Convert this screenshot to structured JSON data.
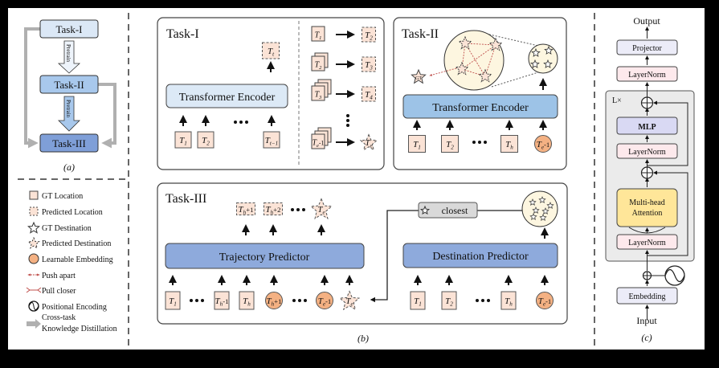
{
  "panel_a": {
    "task1": "Task-I",
    "task2": "Task-II",
    "task3": "Task-III",
    "pretrain1": "Pretrain",
    "pretrain2": "Pretrain",
    "caption": "(a)",
    "colors": {
      "task1": "#dbe8f6",
      "task2": "#a8c8ec",
      "task3": "#7f9fd8",
      "distill_arrow": "#b0b0b0"
    }
  },
  "legend": [
    {
      "icon": "gt-location-square",
      "label": "GT Location"
    },
    {
      "icon": "predicted-location-dashed-square",
      "label": "Predicted Location"
    },
    {
      "icon": "gt-destination-star",
      "label": "GT Destination"
    },
    {
      "icon": "predicted-destination-dashed-star",
      "label": "Predicted Destination"
    },
    {
      "icon": "learnable-embedding-circle",
      "label": "Learnable Embedding"
    },
    {
      "icon": "push-apart-arrow",
      "label": "Push apart"
    },
    {
      "icon": "pull-closer-arrow",
      "label": "Pull closer"
    },
    {
      "icon": "positional-encoding-sine",
      "label": "Positional Encoding"
    },
    {
      "icon": "distillation-arrow",
      "label": "Cross-task",
      "label2": "Knowledge Distillation"
    }
  ],
  "panel_b": {
    "caption": "(b)",
    "task1": {
      "title": "Task-I",
      "encoder": "Transformer Encoder",
      "inputs": [
        {
          "b": "T",
          "s": "1"
        },
        {
          "b": "T",
          "s": "2"
        },
        {
          "b": "T",
          "s": "t−1"
        }
      ],
      "output": {
        "b": "T",
        "s": "t"
      },
      "rows": [
        {
          "in": {
            "b": "T",
            "s": "1"
          },
          "out": {
            "b": "T",
            "s": "2"
          }
        },
        {
          "in": {
            "b": "T",
            "s": "2"
          },
          "out": {
            "b": "T",
            "s": "3"
          }
        },
        {
          "in": {
            "b": "T",
            "s": "3"
          },
          "out": {
            "b": "T",
            "s": "4"
          }
        },
        {
          "in": {
            "b": "T",
            "s": "e",
            "r": "-1"
          },
          "out": {
            "b": "T",
            "s": "e"
          }
        }
      ]
    },
    "task2": {
      "title": "Task-II",
      "encoder": "Transformer Encoder",
      "gt_star": "GT",
      "inputs": [
        {
          "b": "T",
          "s": "1"
        },
        {
          "b": "T",
          "s": "2"
        },
        {
          "b": "T",
          "s": "h"
        },
        {
          "b": "T",
          "s": "e",
          "r": "-1"
        }
      ]
    },
    "task3": {
      "title": "Task-III",
      "trajectory_predictor": "Trajectory Predictor",
      "destination_predictor": "Destination Predictor",
      "closest": "closest",
      "outputs": [
        {
          "b": "T",
          "s": "h",
          "r": "+1"
        },
        {
          "b": "T",
          "s": "h",
          "r": "+2"
        },
        {
          "b": "T",
          "s": "e"
        }
      ],
      "traj_inputs": [
        {
          "b": "T",
          "s": "1"
        },
        {
          "b": "T",
          "s": "h",
          "r": "-1"
        },
        {
          "b": "T",
          "s": "h"
        },
        {
          "b": "T",
          "s": "h",
          "r": "+1"
        },
        {
          "b": "T",
          "s": "e",
          "r": "-1"
        },
        {
          "b": "T",
          "s": "e"
        }
      ],
      "dest_inputs": [
        {
          "b": "T",
          "s": "1"
        },
        {
          "b": "T",
          "s": "2"
        },
        {
          "b": "T",
          "s": "h"
        },
        {
          "b": "T",
          "s": "e",
          "r": "-1"
        }
      ]
    },
    "colors": {
      "location": "#fbe3d6",
      "embedding": "#f4b183",
      "encoder1": "#dce9f6",
      "encoder2": "#9dc3e7",
      "predictor": "#8eaadc",
      "destination_cloud": "#fdf6e0",
      "push": "#c0504d"
    }
  },
  "panel_c": {
    "output": "Output",
    "projector": "Projector",
    "layernorm_top": "LayerNorm",
    "repeat": "L×",
    "mlp": "MLP",
    "layernorm_mid": "LayerNorm",
    "attention1": "Multi-head",
    "attention2": "Attention",
    "layernorm_bot": "LayerNorm",
    "embedding": "Embedding",
    "input": "Input",
    "caption": "(c)",
    "colors": {
      "layernorm": "#fde9ec",
      "projector": "#ececf8",
      "mlp": "#d9d9f3",
      "attention": "#ffe699",
      "block": "#ebebeb"
    }
  }
}
